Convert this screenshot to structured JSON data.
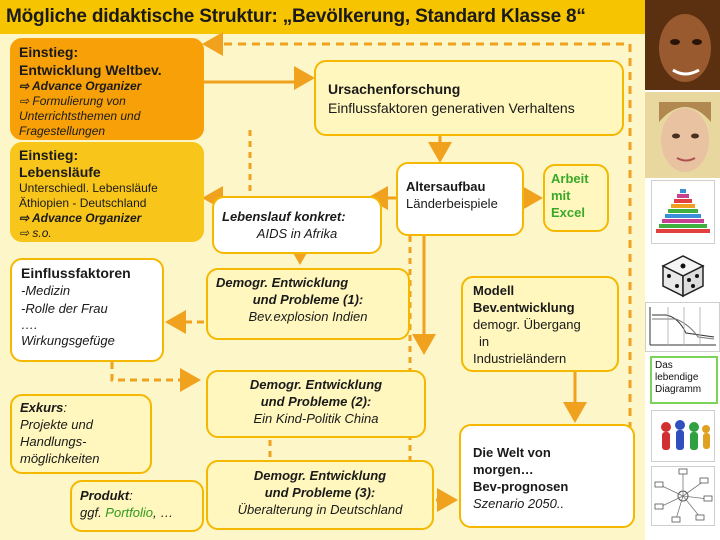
{
  "title": "Mögliche didaktische Struktur: „Bevölkerung, Standard Klasse 8“",
  "boxes": {
    "einstieg1": {
      "heading_a": "Einstieg:",
      "heading_b": "Entwicklung  Weltbev.",
      "bullet1": "⇨ Advance Organizer",
      "bullet2": "⇨ Formulierung von",
      "bullet2b": "Unterrichtsthemen und",
      "bullet2c": "Fragestellungen"
    },
    "einstieg2": {
      "heading_a": "Einstieg:",
      "heading_b": "Lebensläufe",
      "line1": "Unterschiedl. Lebensläufe",
      "line2": "Äthiopien - Deutschland",
      "bullet1": "⇨ Advance Organizer",
      "bullet2": "⇨  s.o."
    },
    "ursachen": {
      "line1": "Ursachenforschung",
      "line2": "Einflussfaktoren generativen Verhaltens"
    },
    "lebenslauf": {
      "line1": "Lebenslauf konkret:",
      "line2": "AIDS in Afrika"
    },
    "altersaufbau": {
      "line1": "Altersaufbau",
      "line2": "Länderbeispiele"
    },
    "excel": {
      "line1": "Arbeit",
      "line2": "mit",
      "line3": "Excel"
    },
    "einflussfaktoren": {
      "line1": "Einflussfaktoren",
      "line2": "-Medizin",
      "line3": "-Rolle der Frau",
      "line4": "….",
      "line5": "Wirkungsgefüge"
    },
    "demo1": {
      "line1": "Demogr. Entwicklung",
      "line2": "und Probleme  (1):",
      "line3": "Bev.explosion Indien"
    },
    "modell": {
      "line1": "Modell",
      "line2": "Bev.entwicklung",
      "line3": "demogr. Übergang",
      "line4": "in",
      "line5": "Industrieländern"
    },
    "exkurs": {
      "line1": "Exkurs",
      "colon": ":",
      "line2": "Projekte und",
      "line3": "Handlungs-",
      "line4": "möglichkeiten"
    },
    "demo2": {
      "line1": "Demogr. Entwicklung",
      "line2": "und Probleme  (2):",
      "line3": "Ein Kind-Politik China"
    },
    "welt": {
      "line1": "Die Welt von",
      "line2": "morgen…",
      "line3": "Bev-prognosen",
      "line4": "Szenario 2050.."
    },
    "produkt": {
      "line1": "Produkt",
      "colon": ":",
      "line2a": "ggf. ",
      "line2b": "Portfolio",
      "line2c": ", …"
    },
    "demo3": {
      "line1": "Demogr. Entwicklung",
      "line2": "und Probleme  (3):",
      "line3": "Überalterung in Deutschland"
    }
  },
  "sidebar": {
    "label_line1": "Das",
    "label_line2": "lebendige",
    "label_line3": "Diagramm"
  },
  "colors": {
    "title_bar": "#f6c400",
    "canvas": "#fdf6c8",
    "box_fill": "#fff7bd",
    "box_border": "#f5b800",
    "orange": "#f7a008",
    "arrow": "#f0a21e"
  }
}
